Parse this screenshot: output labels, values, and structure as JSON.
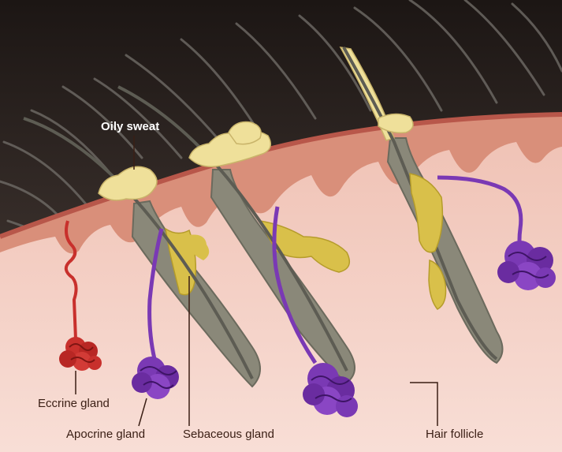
{
  "labels": {
    "oily_sweat": "Oily sweat",
    "eccrine_gland": "Eccrine gland",
    "apocrine_gland": "Apocrine gland",
    "sebaceous_gland": "Sebaceous gland",
    "hair_follicle": "Hair follicle"
  },
  "colors": {
    "background_top": "#2a2220",
    "hair": "#7d7a74",
    "epidermis": "#d98f7a",
    "skin_surface": "#b8574a",
    "dermis": "#f3cfc4",
    "follicle_shaft": "#8a8879",
    "sebaceous": "#d9c04a",
    "oily_sweat": "#efe09a",
    "apocrine": "#7a39b4",
    "eccrine": "#c8302c"
  }
}
